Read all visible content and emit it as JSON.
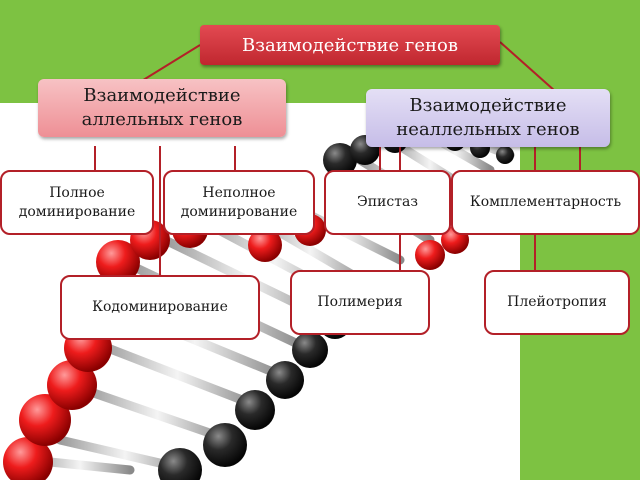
{
  "diagram": {
    "root": "Взаимодействие генов",
    "allelic": {
      "title_line1": "Взаимодействие",
      "title_line2": "аллельных генов",
      "children": {
        "full_line1": "Полное",
        "full_line2": "доминирование",
        "partial_line1": "Неполное",
        "partial_line2": "доминирование",
        "codominance": "Кодоминирование"
      }
    },
    "nonallelic": {
      "title_line1": "Взаимодействие",
      "title_line2": "неаллельных генов",
      "children": {
        "epistasis": "Эпистаз",
        "complementarity": "Комплементарность",
        "polymery": "Полимерия",
        "pleiotropy": "Плейотропия"
      }
    }
  },
  "colors": {
    "background_green": "#7dc242",
    "root_fill": "#c0272f",
    "allelic_fill": "#ee8f95",
    "nonallelic_fill": "#c6bde8",
    "connector": "#b32028",
    "dna_red": "#e01010",
    "dna_black": "#1a1a1a"
  }
}
